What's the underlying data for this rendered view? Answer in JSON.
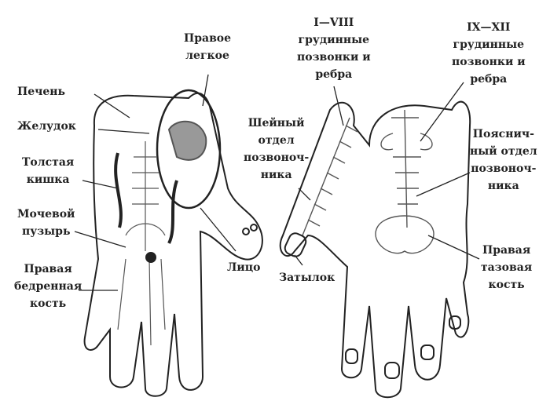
{
  "left_hand": {
    "liver": [
      "Печень"
    ],
    "stomach": [
      "Желудок"
    ],
    "colon": [
      "Толстая",
      "кишка"
    ],
    "bladder": [
      "Мочевой",
      "пузырь"
    ],
    "femur": [
      "Правая",
      "бедренная",
      "кость"
    ],
    "lung": [
      "Правое",
      "легкое"
    ],
    "face": [
      "Лицо"
    ]
  },
  "right_hand": {
    "thoracic_upper": [
      "I—VIII",
      "грудинные",
      "позвонки и",
      "ребра"
    ],
    "cervical": [
      "Шейный",
      "отдел",
      "позвоноч-",
      "ника"
    ],
    "occiput": [
      "Затылок"
    ],
    "thoracic_lower": [
      "IX—XII",
      "грудинные",
      "позвонки и",
      "ребра"
    ],
    "lumbar": [
      "Пояснич-",
      "ный отдел",
      "позвоноч-",
      "ника"
    ],
    "pelvis": [
      "Правая",
      "тазовая",
      "кость"
    ]
  }
}
